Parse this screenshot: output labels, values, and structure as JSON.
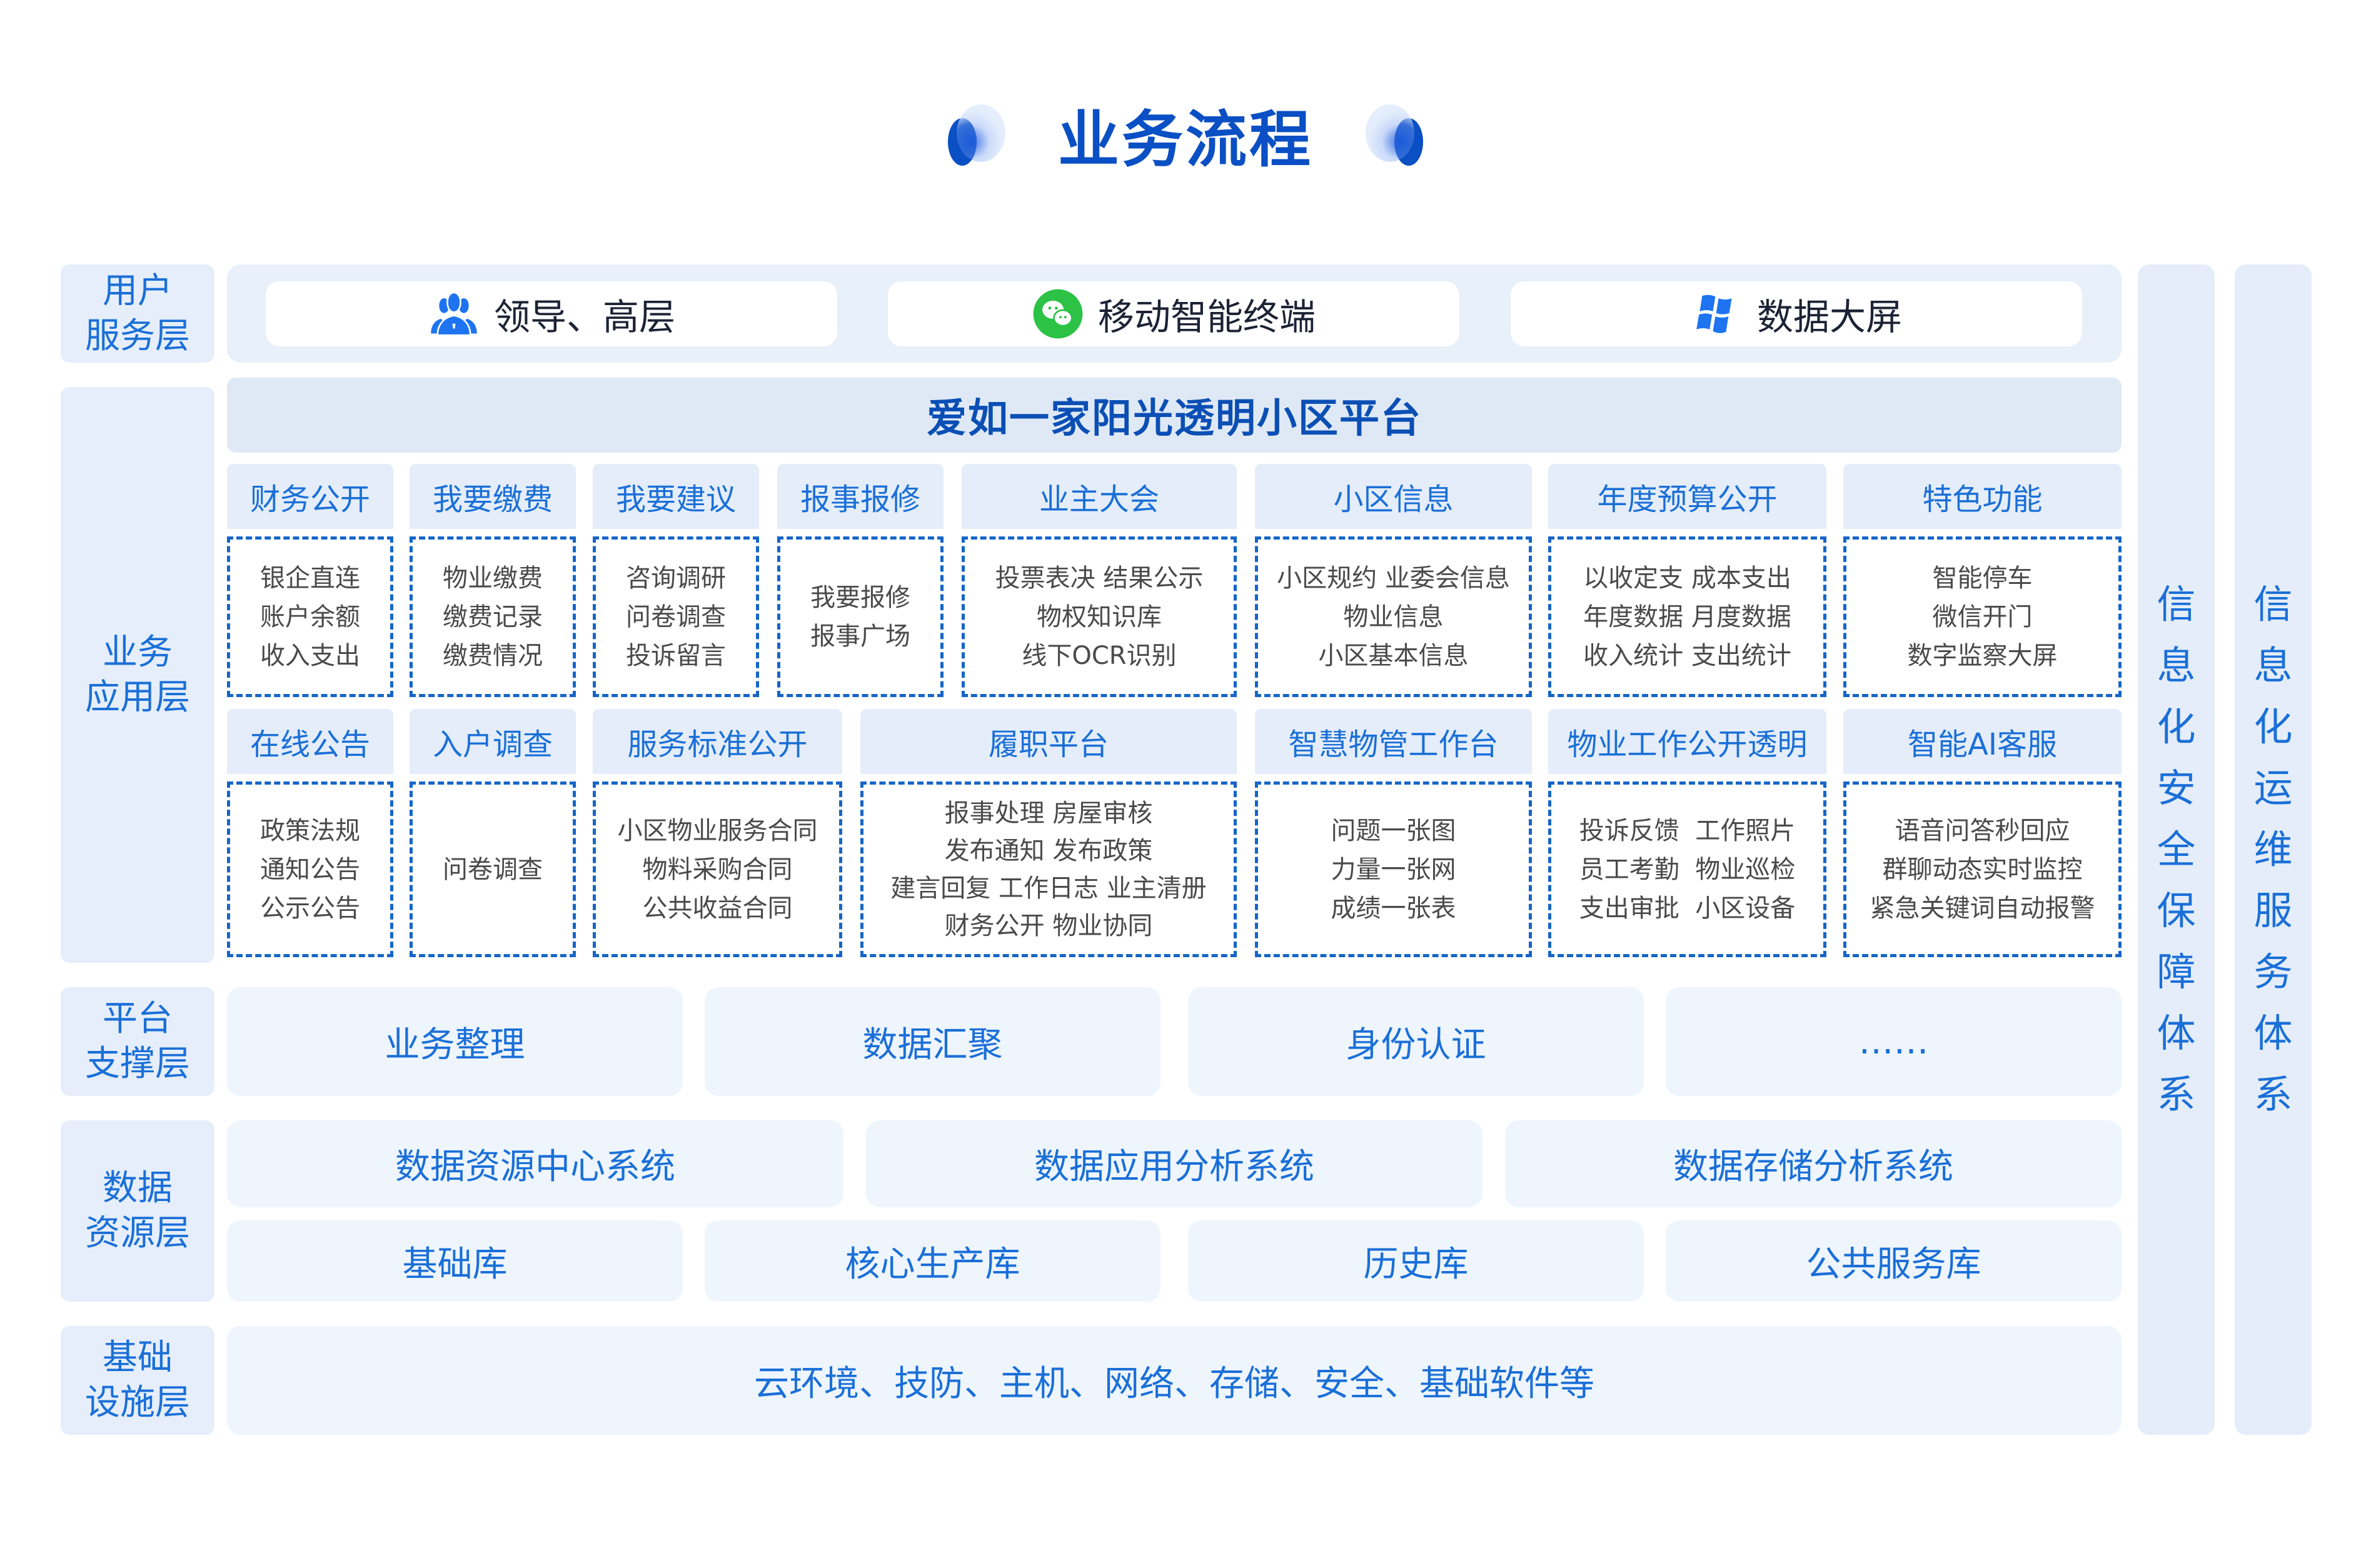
{
  "title": "业务流程",
  "layers": {
    "user": "用户\n服务层",
    "business": "业务\n应用层",
    "platform": "平台\n支撑层",
    "data": "数据\n资源层",
    "infra": "基础\n设施层"
  },
  "user_channels": [
    {
      "icon": "people-group-icon",
      "label": "领导、高层"
    },
    {
      "icon": "wechat-icon",
      "label": "移动智能终端"
    },
    {
      "icon": "windows-icon",
      "label": "数据大屏"
    }
  ],
  "platform_title": "爱如一家阳光透明小区平台",
  "modules_row1": [
    {
      "title": "财务公开",
      "items": [
        "银企直连",
        "账户余额",
        "收入支出"
      ]
    },
    {
      "title": "我要缴费",
      "items": [
        "物业缴费",
        "缴费记录",
        "缴费情况"
      ]
    },
    {
      "title": "我要建议",
      "items": [
        "咨询调研",
        "问卷调查",
        "投诉留言"
      ]
    },
    {
      "title": "报事报修",
      "items": [
        "我要报修",
        "报事广场"
      ]
    },
    {
      "title": "业主大会",
      "items": [
        "投票表决 结果公示",
        "物权知识库",
        "线下OCR识别"
      ]
    },
    {
      "title": "小区信息",
      "items": [
        "小区规约 业委会信息",
        "物业信息",
        "小区基本信息"
      ]
    },
    {
      "title": "年度预算公开",
      "items": [
        "以收定支 成本支出",
        "年度数据 月度数据",
        "收入统计 支出统计"
      ]
    },
    {
      "title": "特色功能",
      "items": [
        "智能停车",
        "微信开门",
        "数字监察大屏"
      ]
    }
  ],
  "modules_row2": [
    {
      "title": "在线公告",
      "items": [
        "政策法规",
        "通知公告",
        "公示公告"
      ]
    },
    {
      "title": "入户调查",
      "items": [
        "问卷调查"
      ]
    },
    {
      "title": "服务标准公开",
      "items": [
        "小区物业服务合同",
        "物料采购合同",
        "公共收益合同"
      ]
    },
    {
      "title": "履职平台",
      "items": [
        "报事处理 房屋审核",
        "发布通知 发布政策",
        "建言回复 工作日志 业主清册",
        "财务公开 物业协同"
      ]
    },
    {
      "title": "智慧物管工作台",
      "items": [
        "问题一张图",
        "力量一张网",
        "成绩一张表"
      ]
    },
    {
      "title": "物业工作公开透明",
      "items": [
        "投诉反馈  工作照片",
        "员工考勤  物业巡检",
        "支出审批  小区设备"
      ]
    },
    {
      "title": "智能AI客服",
      "items": [
        "语音问答秒回应",
        "群聊动态实时监控",
        "紧急关键词自动报警"
      ]
    }
  ],
  "platform_support": [
    "业务整理",
    "数据汇聚",
    "身份认证",
    "……"
  ],
  "data_systems": [
    "数据资源中心系统",
    "数据应用分析系统",
    "数据存储分析系统"
  ],
  "data_libraries": [
    "基础库",
    "核心生产库",
    "历史库",
    "公共服务库"
  ],
  "infrastructure": "云环境、技防、主机、网络、存储、安全、基础软件等",
  "side_columns": [
    "信息化安全保障体系",
    "信息化运维服务体系"
  ],
  "colors": {
    "primary_blue": "#1a6fd8",
    "title_blue": "#0a4fc4",
    "panel_bg": "#e8f0fa",
    "dashed_border": "#1565c8",
    "wechat_green": "#2bc246",
    "icon_blue": "#1e74f0"
  }
}
